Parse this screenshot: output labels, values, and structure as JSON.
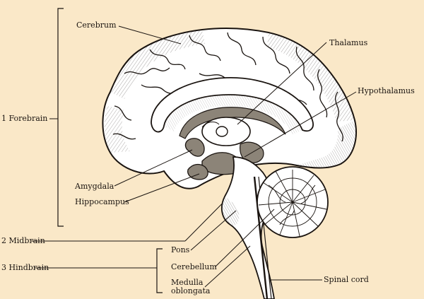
{
  "diagram": {
    "groups": {
      "forebrain": "1 Forebrain",
      "midbrain": "2 Midbrain",
      "hindbrain": "3 Hindbrain"
    },
    "labels": {
      "cerebrum": "Cerebrum",
      "thalamus": "Thalamus",
      "hypothalamus": "Hypothalamus",
      "amygdala": "Amygdala",
      "hippocampus": "Hippocampus",
      "pons": "Pons",
      "cerebellum": "Cerebellum",
      "medulla_line1": "Medulla",
      "medulla_line2": "oblongata",
      "spinal_cord": "Spinal cord"
    },
    "colors": {
      "background": "#fae8c8",
      "line": "#1a1410",
      "tissue": "#ffffff",
      "shade": "#8c8478"
    }
  }
}
